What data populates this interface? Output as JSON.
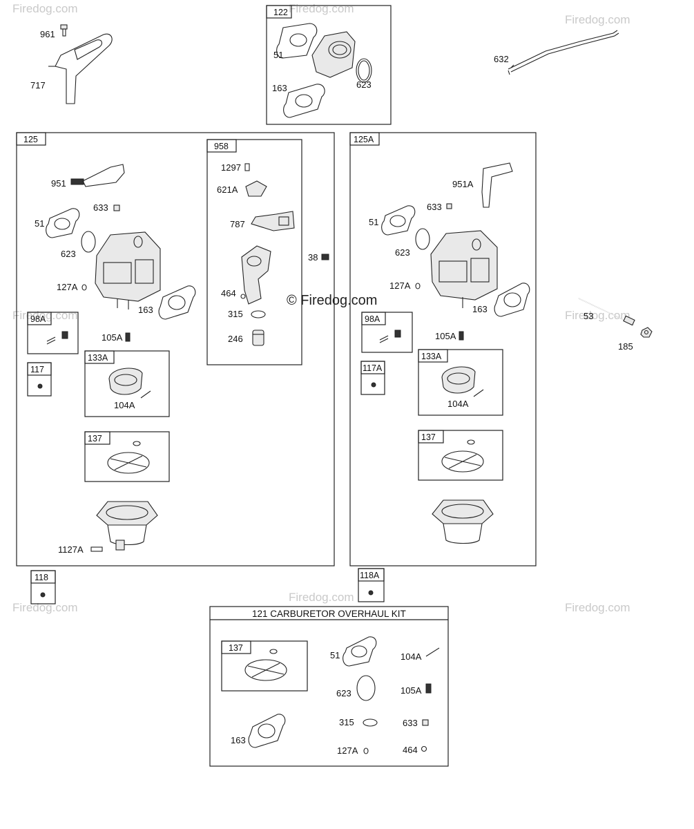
{
  "watermark": {
    "text": "Firedog.com",
    "center_text": "© Firedog.com"
  },
  "groups": {
    "g122": "122",
    "g125": "125",
    "g125a": "125A",
    "g958": "958",
    "g98a": "98A",
    "g98a_right": "98A",
    "g117": "117",
    "g117a": "117A",
    "g133a": "133A",
    "g133a_right": "133A",
    "g137": "137",
    "g137_right": "137",
    "g137_kit": "137",
    "g118": "118",
    "g118a": "118A"
  },
  "kit": {
    "title": "121 CARBURETOR OVERHAUL KIT"
  },
  "labels": {
    "p961": "961",
    "p717": "717",
    "p632": "632",
    "p122_51": "51",
    "p122_163": "163",
    "p122_623": "623",
    "p951": "951",
    "p633": "633",
    "p51": "51",
    "p623": "623",
    "p127a": "127A",
    "p163": "163",
    "p105a": "105A",
    "p104a": "104A",
    "p1127a": "1127A",
    "p1297": "1297",
    "p621a": "621A",
    "p787": "787",
    "p464": "464",
    "p315": "315",
    "p246": "246",
    "p38": "38",
    "r951a": "951A",
    "r633": "633",
    "r51": "51",
    "r623": "623",
    "r127a": "127A",
    "r163": "163",
    "r105a": "105A",
    "r104a": "104A",
    "p53": "53",
    "p185": "185",
    "k51": "51",
    "k104a": "104A",
    "k623": "623",
    "k105a": "105A",
    "k315": "315",
    "k633": "633",
    "k163": "163",
    "k127a": "127A",
    "k464": "464"
  }
}
